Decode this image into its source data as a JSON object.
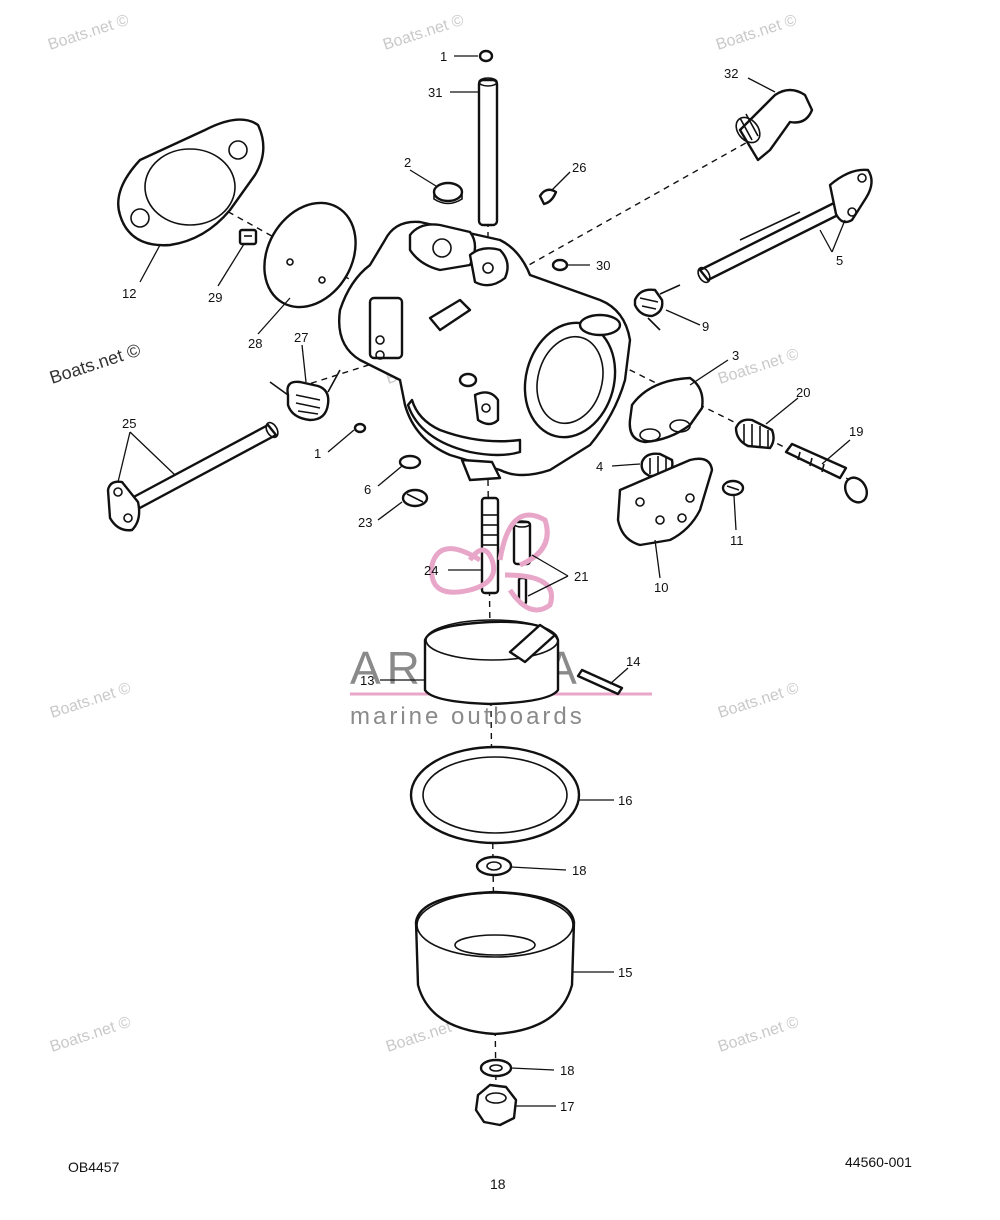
{
  "watermark": {
    "text": "Boats.net ©"
  },
  "brand": {
    "name": "ARMADA",
    "tagline": "marine outboards",
    "accent_color": "#e8a6c8"
  },
  "callouts": {
    "c1a": "1",
    "c1b": "1",
    "c2": "2",
    "c3": "3",
    "c4": "4",
    "c5": "5",
    "c6": "6",
    "c9": "9",
    "c10": "10",
    "c11": "11",
    "c12": "12",
    "c13": "13",
    "c14": "14",
    "c15": "15",
    "c16": "16",
    "c17": "17",
    "c18a": "18",
    "c18b": "18",
    "c19": "19",
    "c20": "20",
    "c21": "21",
    "c23": "23",
    "c24": "24",
    "c25": "25",
    "c26": "26",
    "c27": "27",
    "c28": "28",
    "c29": "29",
    "c30": "30",
    "c31": "31",
    "c32": "32"
  },
  "footer": {
    "left_code": "OB4457",
    "page_number": "18",
    "right_code": "44560-001"
  }
}
